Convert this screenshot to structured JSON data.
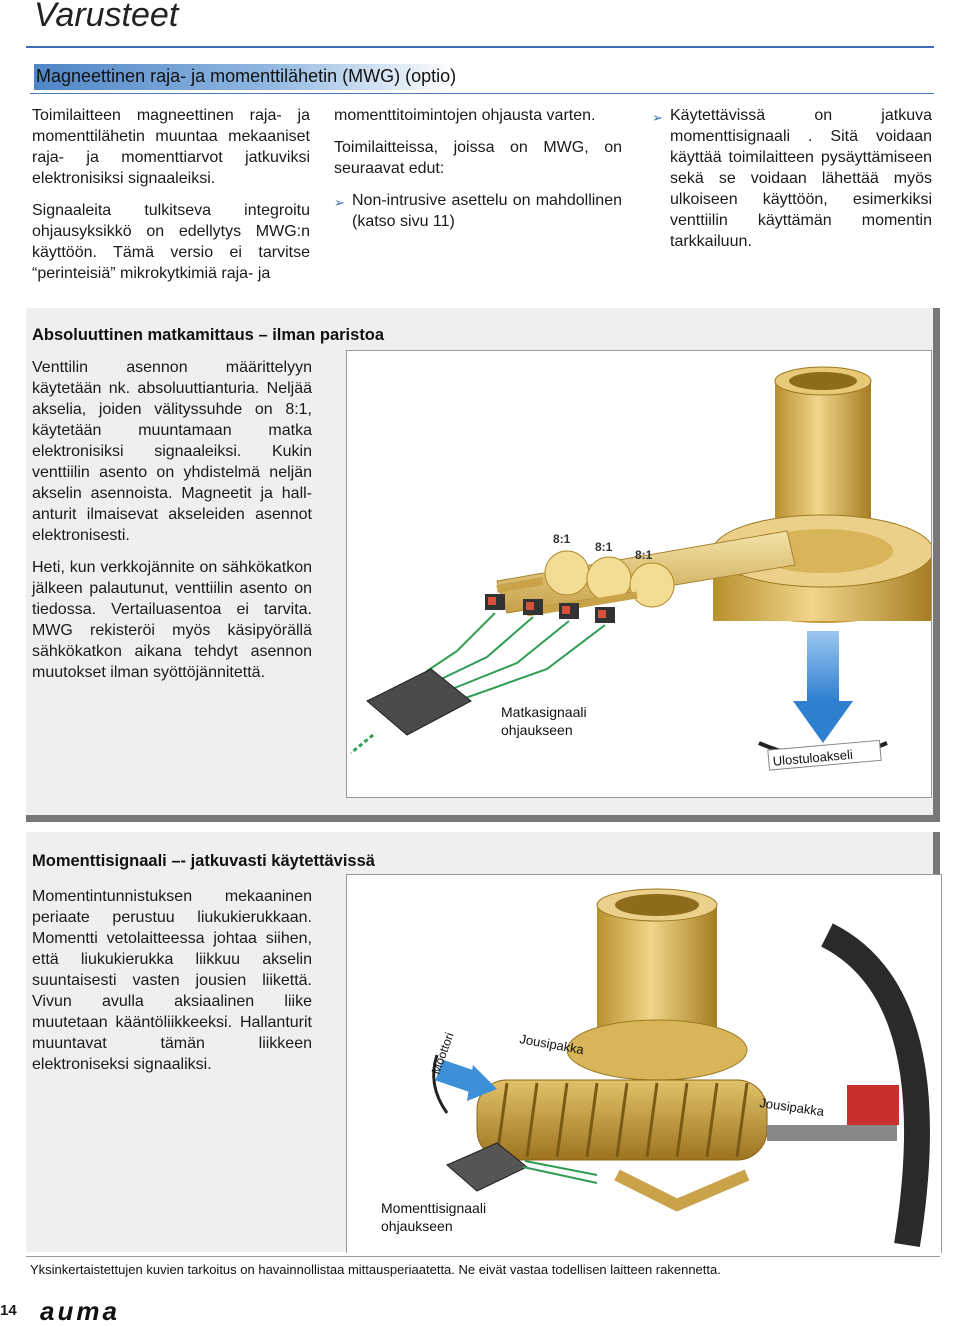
{
  "header": {
    "title": "Varusteet"
  },
  "section1": {
    "heading": "Magneettinen raja- ja momenttilähetin (MWG) (optio)",
    "col1": [
      "Toimilaitteen magneettinen raja- ja momenttilähetin muuntaa mekaaniset raja- ja momenttiarvot jatkuviksi elektronisiksi signaaleiksi.",
      "Signaaleita tulkitseva integroitu ohjausyksikkö on edellytys MWG:n käyttöön. Tämä versio ei tarvitse “perinteisiä” mikrokytkimiä raja- ja"
    ],
    "col2": {
      "cont": "momenttitoimintojen ohjausta varten.",
      "intro": "Toimilaitteissa, joissa on MWG, on seuraavat edut:",
      "bullet1": "Non-intrusive asettelu on mahdollinen (katso sivu 11)"
    },
    "col3": {
      "bullet2": "Käytettävissä on jatkuva momenttisignaali . Sitä voidaan käyttää toimilaitteen pysäyttämiseen sekä se voidaan lähettää myös ulkoiseen käyttöön, esimerkiksi venttiilin käyttämän momentin tarkkailuun."
    }
  },
  "panel1": {
    "title": "Absoluuttinen matkamittaus –  ilman paristoa",
    "paragraphs": [
      "Venttilin asennon määrittelyyn käytetään nk. absoluuttianturia. Neljää akselia, joiden välityssuhde on 8:1, käytetään muuntamaan matka elektronisiksi signaaleiksi. Kukin venttiilin asento on yhdistelmä neljän akselin asennoista. Magneetit ja hall-anturit ilmaisevat akseleiden asennot elektronisesti.",
      "Heti, kun verkkojännite on sähkökatkon jälkeen palautunut, venttiilin asento on tiedossa. Vertailuasentoa ei tarvita. MWG rekisteröi myös käsipyörällä sähkökatkon aikana tehdyt asennon muutokset ilman syöttöjännitettä."
    ],
    "figure": {
      "ratio1": "8:1",
      "ratio2": "8:1",
      "ratio3": "8:1",
      "caption": "Matkasignaali ohjaukseen",
      "output_label": "Ulostuloakseli"
    }
  },
  "panel2": {
    "title": "Momenttisignaali –- jatkuvasti käytettävissä",
    "paragraph": "Momentintunnistuksen mekaaninen periaate perustuu liukukierukkaan. Momentti vetolaitteessa johtaa siihen, että liukukierukka liikkuu akselin suuntaisesti vasten jousien liikettä. Vivun avulla aksiaalinen liike muutetaan kääntöliikkeeksi. Hallanturit muuntavat tämän liikkeen elektroniseksi signaaliksi.",
    "figure": {
      "motor_label": "Moottori",
      "spring1": "Jousipakka",
      "spring2": "Jousipakka",
      "caption": "Momenttisignaali ohjaukseen"
    }
  },
  "footer": {
    "note": "Yksinkertaistettujen kuvien tarkoitus on havainnollistaa mittausperiaatetta. Ne eivät vastaa todellisen laitteen rakennetta.",
    "page_number": "14",
    "brand": "auma",
    "colors": {
      "accent": "#3f6fb4",
      "gold": "#d7b24a",
      "blue_arrow": "#3d8fd8",
      "chip": "#555555"
    }
  }
}
